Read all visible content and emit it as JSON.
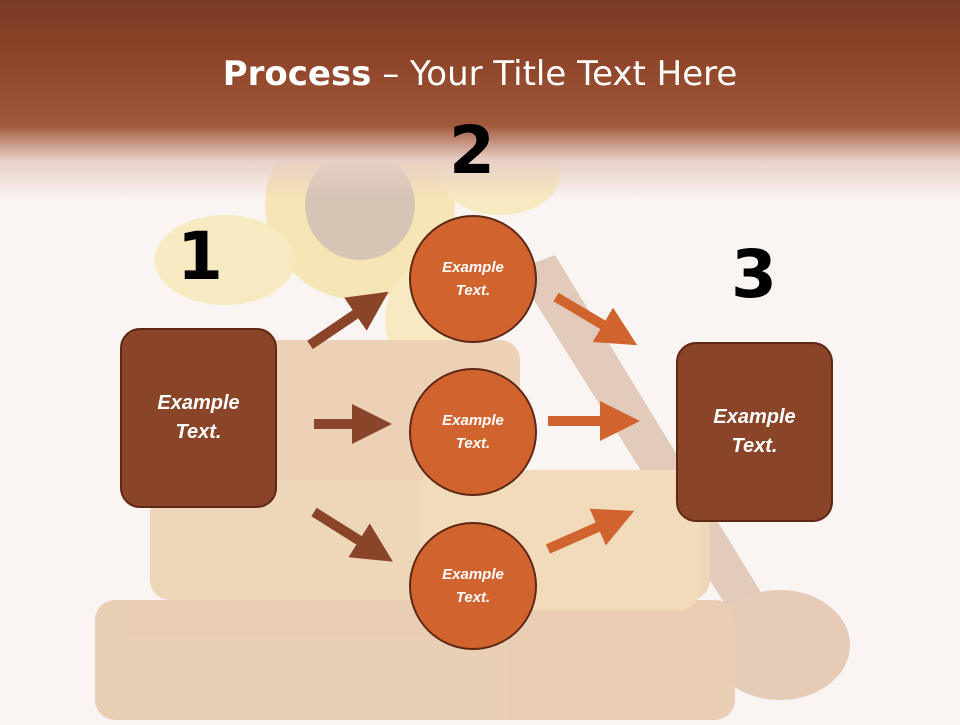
{
  "slide": {
    "title_bold": "Process",
    "title_rest": " – Your Title Text Here"
  },
  "steps": {
    "one": {
      "number": "1",
      "text": "Example\nText."
    },
    "two": {
      "number": "2",
      "items": [
        {
          "text": "Example\nText."
        },
        {
          "text": "Example\nText."
        },
        {
          "text": "Example\nText."
        }
      ]
    },
    "three": {
      "number": "3",
      "text": "Example\nText."
    }
  },
  "colors": {
    "box_fill": "#8a4428",
    "circle_fill": "#d0632e",
    "arrow_left": "#8a4428",
    "arrow_right": "#d0632e",
    "header_band": "#8e4428"
  }
}
